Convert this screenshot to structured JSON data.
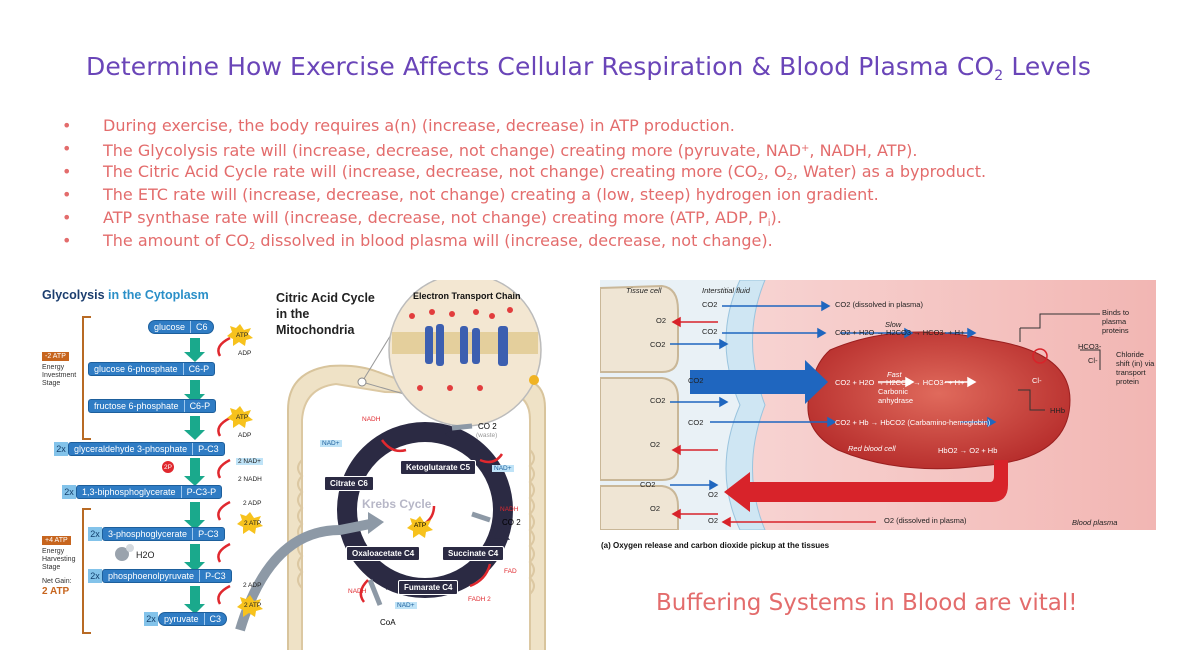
{
  "title": {
    "main": "Determine How Exercise Affects Cellular Respiration & Blood Plasma CO",
    "sub": "2",
    "tail": " Levels"
  },
  "bullets": [
    {
      "parts": [
        "During exercise, the body requires a(n) (increase, decrease) in ATP production."
      ]
    },
    {
      "parts": [
        "The Glycolysis rate will (increase, decrease, not change) creating more (pyruvate, NAD",
        "+",
        ", NADH, ATP)."
      ]
    },
    {
      "parts": [
        "The Citric Acid Cycle rate will (increase, decrease, not change) creating more (CO",
        "2",
        ", O",
        "2",
        ", Water) as a byproduct."
      ]
    },
    {
      "parts": [
        "The ETC rate will (increase, decrease, not change) creating a (low, steep) hydrogen ion gradient."
      ]
    },
    {
      "parts": [
        "ATP synthase rate will (increase, decrease, not change) creating more (ATP, ADP, P",
        "i",
        ")."
      ]
    },
    {
      "parts": [
        "The amount of CO",
        "2",
        " dissolved in blood plasma will (increase, decrease, not change)."
      ]
    }
  ],
  "glycolysis": {
    "title_a": "Glycolysis",
    "title_b": " in the Cytoplasm",
    "steps": [
      {
        "mult": "",
        "name": "glucose",
        "carbons": "C6"
      },
      {
        "mult": "",
        "name": "glucose 6-phosphate",
        "carbons": "C6-P"
      },
      {
        "mult": "",
        "name": "fructose 6-phosphate",
        "carbons": "C6-P"
      },
      {
        "mult": "2x",
        "name": "glyceraldehyde 3-phosphate",
        "carbons": "P-C3"
      },
      {
        "mult": "2x",
        "name": "1,3-biphosphoglycerate",
        "carbons": "P-C3-P"
      },
      {
        "mult": "2x",
        "name": "3-phosphoglycerate",
        "carbons": "P-C3"
      },
      {
        "mult": "2x",
        "name": "phosphoenolpyruvate",
        "carbons": "P-C3"
      },
      {
        "mult": "2x",
        "name": "pyruvate",
        "carbons": "C3"
      }
    ],
    "invest_tag": "-2 ATP",
    "invest_label": [
      "Energy",
      "Investment",
      "Stage"
    ],
    "harvest_tag": "+4 ATP",
    "harvest_label": [
      "Energy",
      "Harvesting",
      "Stage"
    ],
    "net_label": "Net Gain:",
    "net_value": "2 ATP",
    "atp": "ATP",
    "adp": "ADP",
    "two_nad": "2 NAD+",
    "two_nadh": "2 NADH",
    "two_adp": "2 ADP",
    "two_atp": "2 ATP",
    "two_p": "2P",
    "water": "H2O"
  },
  "citric": {
    "title": [
      "Citric Acid Cycle",
      "in the",
      "Mitochondria"
    ],
    "etc_title": "Electron Transport Chain",
    "krebs": "Krebs Cycle",
    "citrate": "Citrate C6",
    "keto": "Ketoglutarate C5",
    "oxalo": "Oxaloacetate C4",
    "succ": "Succinate C4",
    "fum": "Fumarate C4",
    "nadh": "NADH",
    "nad": "NAD+",
    "co2": "CO 2",
    "waste": "(waste)",
    "atp": "ATP",
    "fad": "FAD",
    "fadh": "FADH 2",
    "coa": "CoA"
  },
  "blood": {
    "tissue_cell": "Tissue cell",
    "interstitial": "Interstitial fluid",
    "co2": "CO2",
    "o2": "O2",
    "dissolved_plasma": "CO2 (dissolved in plasma)",
    "slow": "Slow",
    "fast": "Fast",
    "eq_slow": "CO2 + H2O → H2CO3 → HCO3- + H+",
    "eq_fast": "CO2 + H2O → H2CO3 → HCO3- + H+",
    "carbonic": "Carbonic anhydrase",
    "hb_eq": "CO2 + Hb → HbCO2 (Carbamino-hemoglobin)",
    "rbc": "Red blood cell",
    "hbo2": "HbO2 → O2 + Hb",
    "binds": "Binds to plasma proteins",
    "chloride": "Chloride shift (in) via transport protein",
    "hhb": "HHb",
    "cl": "Cl-",
    "hco3": "HCO3-",
    "o2_dissolved": "O2 (dissolved in plasma)",
    "blood_plasma": "Blood plasma",
    "caption": "(a) Oxygen release and carbon dioxide pickup at the tissues"
  },
  "buffer_text": "Buffering Systems in Blood are vital!",
  "colors": {
    "title": "#6a45b8",
    "bullet": "#e36c6c",
    "pill": "#2f7cc4",
    "teal": "#1aa98c",
    "red": "#e0282e",
    "membrane": "#e9d7b8"
  }
}
